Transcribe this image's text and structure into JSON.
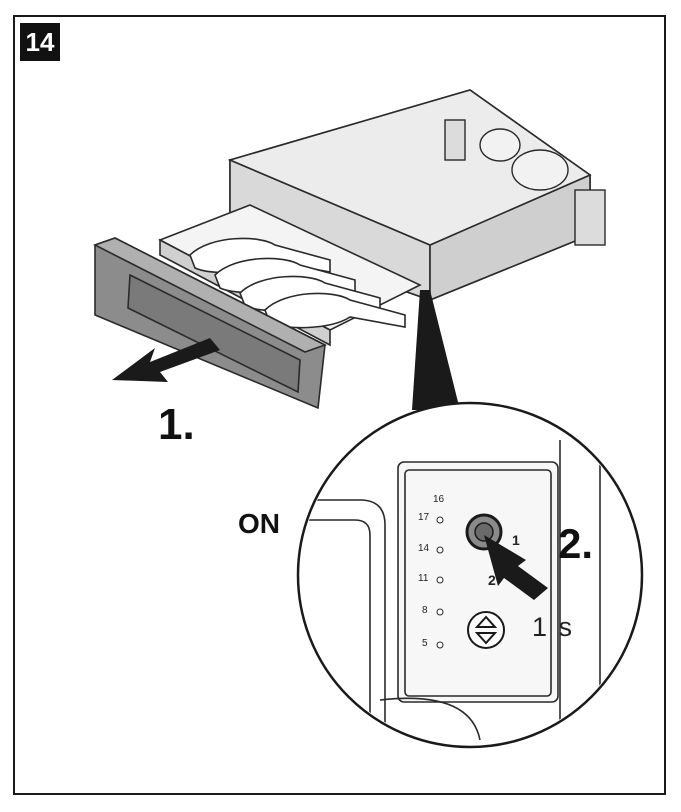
{
  "figure": {
    "step_number": "14",
    "step_1_label": "1.",
    "step_2_label": "2.",
    "on_label": "ON",
    "duration_label": "1 s",
    "temperature_marks": [
      "16",
      "17",
      "14",
      "11",
      "8",
      "5"
    ],
    "button_marks": [
      "1",
      "2"
    ]
  },
  "colors": {
    "line": "#2a2a2a",
    "unit_fill": "#e6e6e6",
    "drawer_front": "#8c8c8c",
    "arrow": "#1a1a1a",
    "highlight": "#1b1b1b"
  }
}
